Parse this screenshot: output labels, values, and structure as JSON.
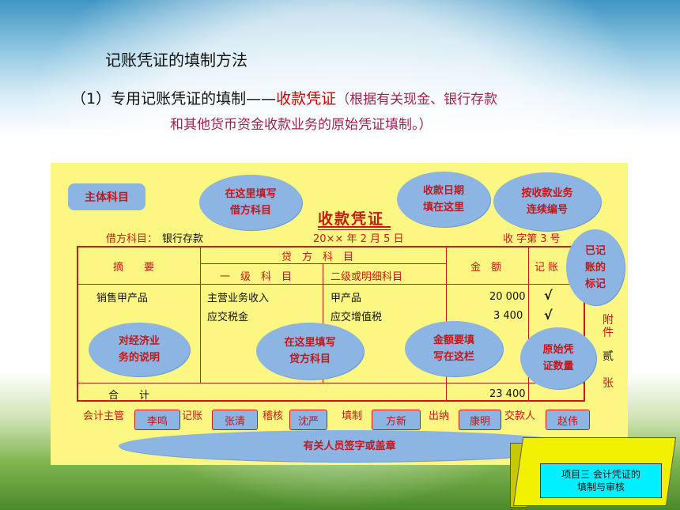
{
  "slide": {
    "title": "记账凭证的填制方法",
    "subtitle_prefix": "（1）专用记账凭证的填制——",
    "subtitle_highlight": "收款凭证",
    "subtitle_note_line1": "（根据有关现金、银行存款",
    "subtitle_note_line2": "和其他货币资金收款业务的原始凭证填制。）"
  },
  "voucher": {
    "title": "收款凭证",
    "debit_label": "借方科目：",
    "debit_value": "银行存款",
    "date": "20××  年  2 月 5  日",
    "number": "收  字第  3  号",
    "headers": {
      "summary": "摘　　要",
      "credit_account": "贷　方　科　目",
      "level1": "一　级　科　目",
      "level2": "二级或明细科目",
      "amount": "金　额",
      "posted": "记 账"
    },
    "rows": [
      {
        "summary": "销售甲产品",
        "level1": "主营业务收入",
        "level2": "甲产品",
        "amount": "20 000",
        "posted": "√"
      },
      {
        "summary": "",
        "level1": "应交税金",
        "level2": "应交增值税",
        "amount": "3 400",
        "posted": "√"
      }
    ],
    "total_label": "合　　计",
    "total_amount": "23 400",
    "attachment": {
      "label_1": "附",
      "label_2": "件",
      "count": "贰",
      "unit": "张"
    },
    "signatures": [
      {
        "role": "会计主管",
        "name": "李鸣"
      },
      {
        "role": "记账",
        "name": "张清"
      },
      {
        "role": "稽核",
        "name": "沈严"
      },
      {
        "role": "填制",
        "name": "方新"
      },
      {
        "role": "出纳",
        "name": "康明"
      },
      {
        "role": "交款人",
        "name": "赵伟"
      }
    ]
  },
  "callouts": {
    "main_subject": "主体科目",
    "debit_here": [
      "在这里填写",
      "借方科目"
    ],
    "date_here": [
      "收款日期",
      "填在这里"
    ],
    "numbering": [
      "按收款业务",
      "连续编号"
    ],
    "posted_mark": [
      "已记",
      "账的",
      "标记"
    ],
    "explanation": [
      "对经济业",
      "务的说明"
    ],
    "credit_here": [
      "在这里填写",
      "贷方科目"
    ],
    "amount_here": [
      "金额要填",
      "写在这栏"
    ],
    "attachments": [
      "原始凭",
      "证数量"
    ],
    "signature": "有关人员签字或盖章"
  },
  "badge": {
    "line1": "项目三  会计凭证的",
    "line2": "填制与审核"
  },
  "colors": {
    "voucher_bg": "#fcf683",
    "voucher_lines": "#c41c14",
    "callout_bg": "#8db5e4",
    "badge_bg": "#00f0ff"
  }
}
